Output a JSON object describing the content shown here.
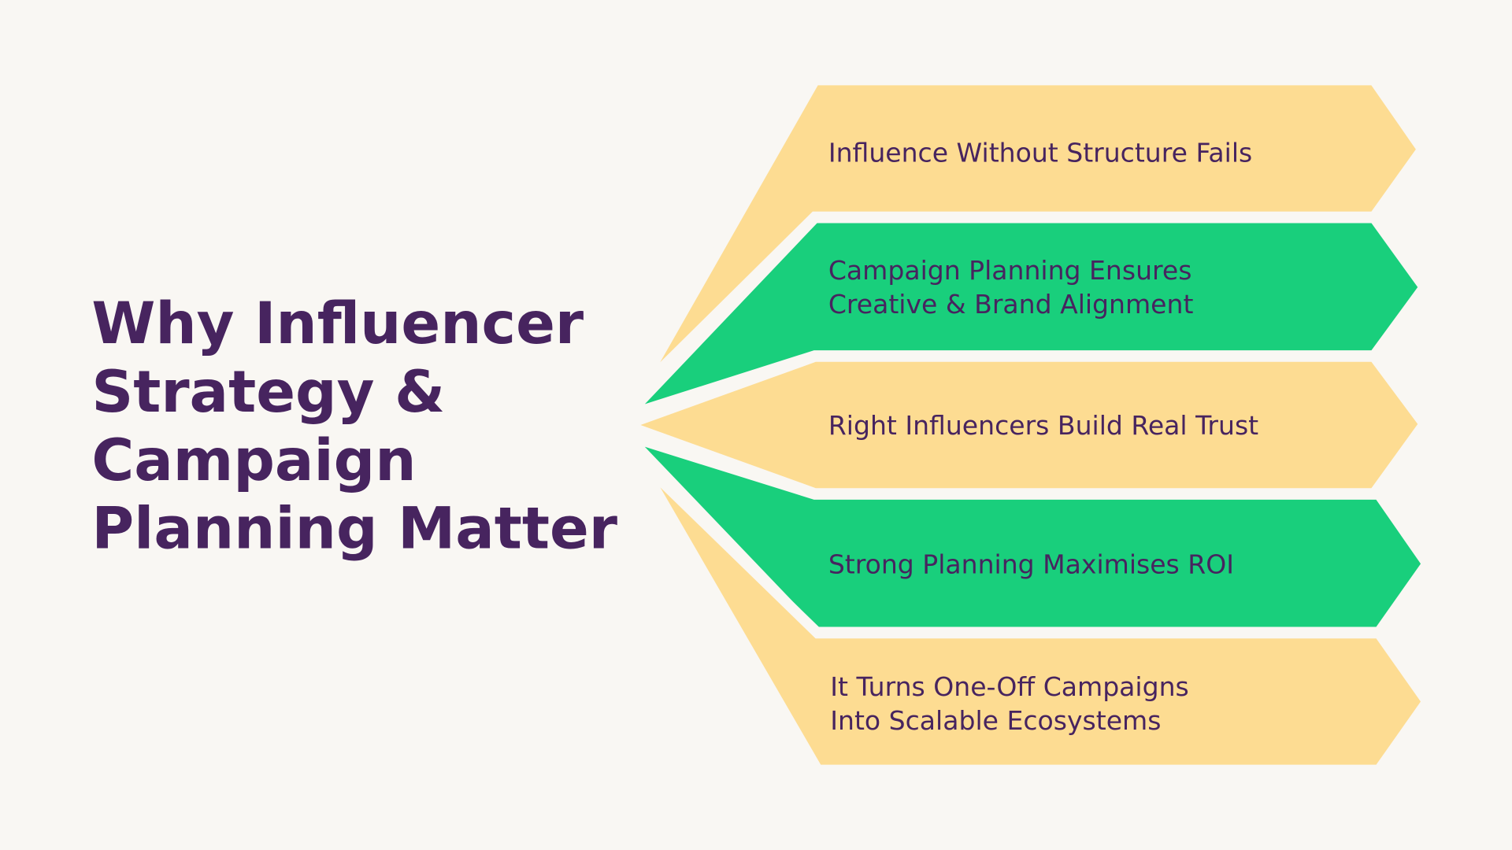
{
  "title": {
    "lines": [
      "Why Influencer",
      "Strategy &",
      "Campaign",
      "Planning Matter"
    ]
  },
  "items": [
    {
      "lines": [
        "Influence Without Structure Fails"
      ],
      "color": "#fddc92"
    },
    {
      "lines": [
        "Campaign Planning Ensures",
        "Creative & Brand Alignment"
      ],
      "color": "#19cf7c"
    },
    {
      "lines": [
        "Right Influencers Build Real Trust"
      ],
      "color": "#fddc92"
    },
    {
      "lines": [
        "Strong Planning Maximises ROI"
      ],
      "color": "#19cf7c"
    },
    {
      "lines": [
        "It Turns One-Off Campaigns",
        "Into Scalable Ecosystems"
      ],
      "color": "#fddc92"
    }
  ],
  "colors": {
    "background": "#f9f7f3",
    "text": "#47245f"
  }
}
